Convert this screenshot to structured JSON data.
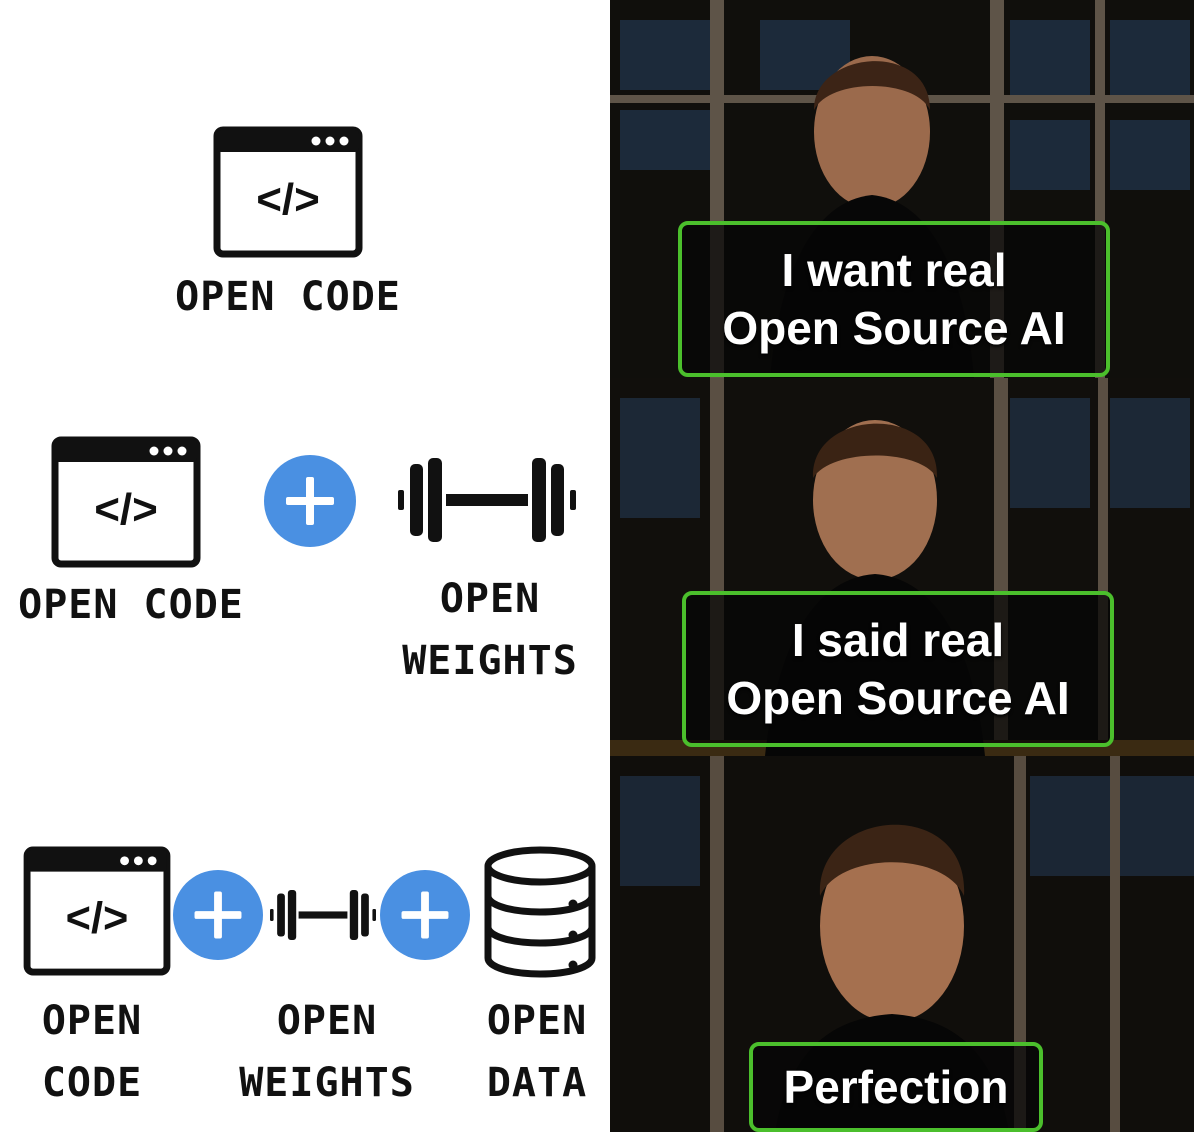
{
  "left": {
    "row1": {
      "code_label_line1": "OPEN CODE"
    },
    "row2": {
      "code_label_line1": "OPEN CODE",
      "weights_label_line1": "OPEN",
      "weights_label_line2": "WEIGHTS"
    },
    "row3": {
      "code_label_line1": "OPEN",
      "code_label_line2": "CODE",
      "weights_label_line1": "OPEN",
      "weights_label_line2": "WEIGHTS",
      "data_label_line1": "OPEN",
      "data_label_line2": "DATA"
    },
    "code_icon_text": "</>",
    "plus_symbol": "+",
    "icons": [
      "code-window-icon",
      "plus-icon",
      "dumbbell-icon",
      "database-icon"
    ],
    "colors": {
      "plus_badge": "#4a90e2",
      "icon_stroke": "#111111"
    }
  },
  "right": {
    "panel1": {
      "caption_line1": "I want real",
      "caption_line2": "Open Source AI"
    },
    "panel2": {
      "caption_line1": "I said real",
      "caption_line2": "Open Source AI"
    },
    "panel3": {
      "caption_line1": "Perfection"
    },
    "colors": {
      "caption_border": "#4bbf2c",
      "caption_text": "#ffffff"
    }
  }
}
